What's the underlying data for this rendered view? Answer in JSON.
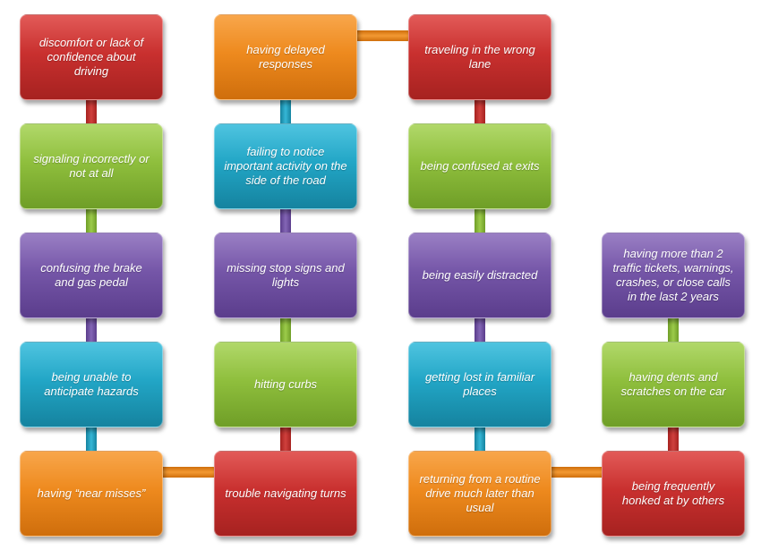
{
  "diagram": {
    "nodes": [
      {
        "id": "n1",
        "text": "discomfort or lack of confidence about driving",
        "color": "#c9302f"
      },
      {
        "id": "n2",
        "text": "signaling incorrectly or not at all",
        "color": "#8fbf3d"
      },
      {
        "id": "n3",
        "text": "confusing the brake and gas pedal",
        "color": "#7556a8"
      },
      {
        "id": "n4",
        "text": "being unable to anticipate hazards",
        "color": "#22a6c6"
      },
      {
        "id": "n5",
        "text": "having “near misses”",
        "color": "#ee8a1e"
      },
      {
        "id": "n6",
        "text": "trouble navigating turns",
        "color": "#c9302f"
      },
      {
        "id": "n7",
        "text": "hitting curbs",
        "color": "#8fbf3d"
      },
      {
        "id": "n8",
        "text": "missing stop signs and lights",
        "color": "#7556a8"
      },
      {
        "id": "n9",
        "text": "failing to notice important activity on the side of the road",
        "color": "#22a6c6"
      },
      {
        "id": "n10",
        "text": "having delayed responses",
        "color": "#ee8a1e"
      },
      {
        "id": "n11",
        "text": "traveling in  the wrong lane",
        "color": "#c9302f"
      },
      {
        "id": "n12",
        "text": "being confused at exits",
        "color": "#8fbf3d"
      },
      {
        "id": "n13",
        "text": "being easily distracted",
        "color": "#7556a8"
      },
      {
        "id": "n14",
        "text": "getting lost in familiar places",
        "color": "#22a6c6"
      },
      {
        "id": "n15",
        "text": "returning from a routine drive much later than usual",
        "color": "#ee8a1e"
      },
      {
        "id": "n16",
        "text": "being frequently honked at by others",
        "color": "#c9302f"
      },
      {
        "id": "n17",
        "text": "having dents and scratches on the car",
        "color": "#8fbf3d"
      },
      {
        "id": "n18",
        "text": "having more than 2 traffic tickets, warnings, crashes, or close calls in the last 2 years",
        "color": "#7556a8"
      }
    ],
    "edges": [
      [
        "n1",
        "n2"
      ],
      [
        "n2",
        "n3"
      ],
      [
        "n3",
        "n4"
      ],
      [
        "n4",
        "n5"
      ],
      [
        "n5",
        "n6"
      ],
      [
        "n6",
        "n7"
      ],
      [
        "n7",
        "n8"
      ],
      [
        "n8",
        "n9"
      ],
      [
        "n9",
        "n10"
      ],
      [
        "n10",
        "n11"
      ],
      [
        "n11",
        "n12"
      ],
      [
        "n12",
        "n13"
      ],
      [
        "n13",
        "n14"
      ],
      [
        "n14",
        "n15"
      ],
      [
        "n15",
        "n16"
      ],
      [
        "n16",
        "n17"
      ],
      [
        "n17",
        "n18"
      ]
    ]
  }
}
